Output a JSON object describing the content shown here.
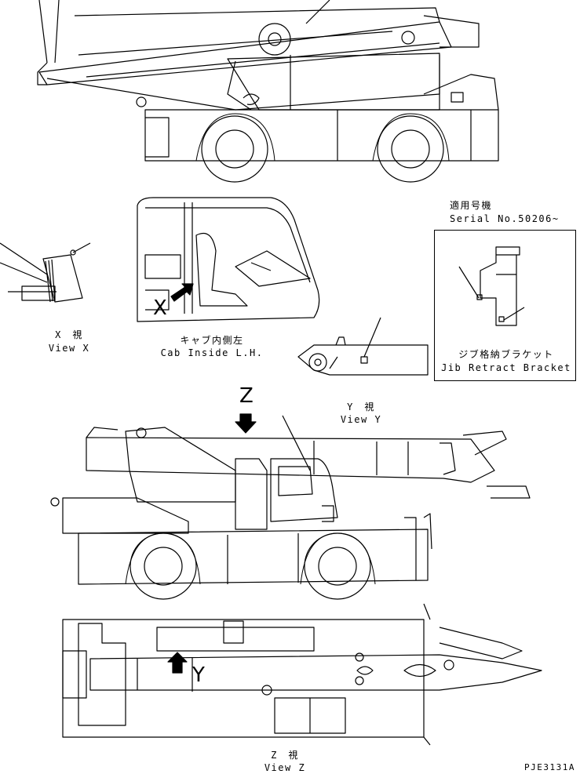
{
  "serial": {
    "line1": "適用号機",
    "line2": "Serial No.50206~"
  },
  "bracket": {
    "jp": "ジブ格納ブラケット",
    "en": "Jib Retract Bracket"
  },
  "view_x": {
    "jp": "X　視",
    "en": "View X",
    "marker": "X"
  },
  "cab": {
    "jp": "キャブ内側左",
    "en": "Cab Inside L.H."
  },
  "view_y": {
    "jp": "Y　視",
    "en": "View Y",
    "marker": "Y"
  },
  "view_z": {
    "jp": "Z　視",
    "en": "View Z",
    "marker": "Z"
  },
  "drawing_code": "PJE3131A"
}
